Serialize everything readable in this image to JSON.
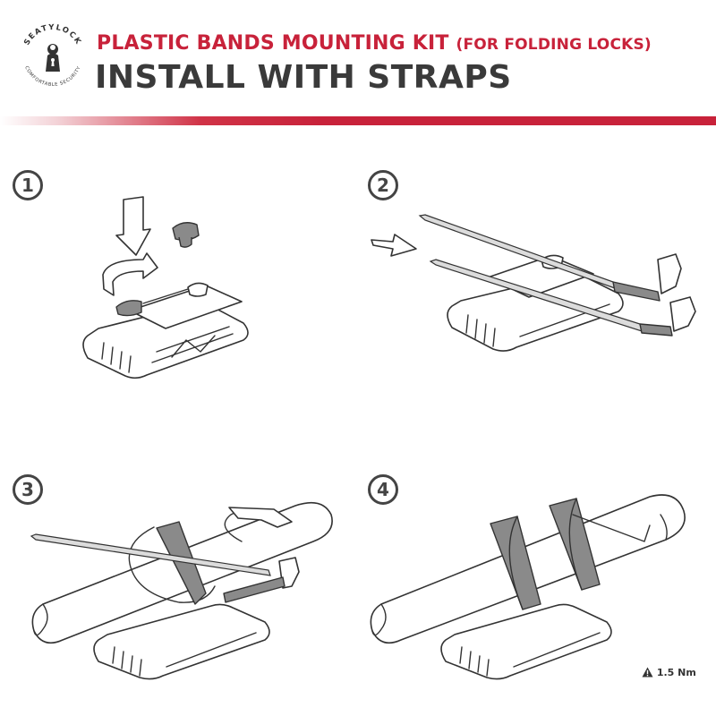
{
  "header": {
    "logo": {
      "icon": "seatylock-logo",
      "text_top": "SEATYLOCK",
      "text_bottom": "COMFORTABLE SECURITY"
    },
    "title": "PLASTIC BANDS MOUNTING KIT",
    "title_suffix": "(FOR FOLDING LOCKS)",
    "subtitle": "INSTALL WITH STRAPS"
  },
  "colors": {
    "accent": "#c8223a",
    "text": "#3a3a3a",
    "line": "#333333"
  },
  "steps": [
    {
      "number": "1",
      "icon": "insert-bolt-illustration"
    },
    {
      "number": "2",
      "icon": "insert-straps-illustration"
    },
    {
      "number": "3",
      "icon": "wrap-straps-around-frame-illustration"
    },
    {
      "number": "4",
      "icon": "tighten-straps-illustration"
    }
  ],
  "torque_note": {
    "icon": "warning-icon",
    "text": "1.5 Nm"
  }
}
